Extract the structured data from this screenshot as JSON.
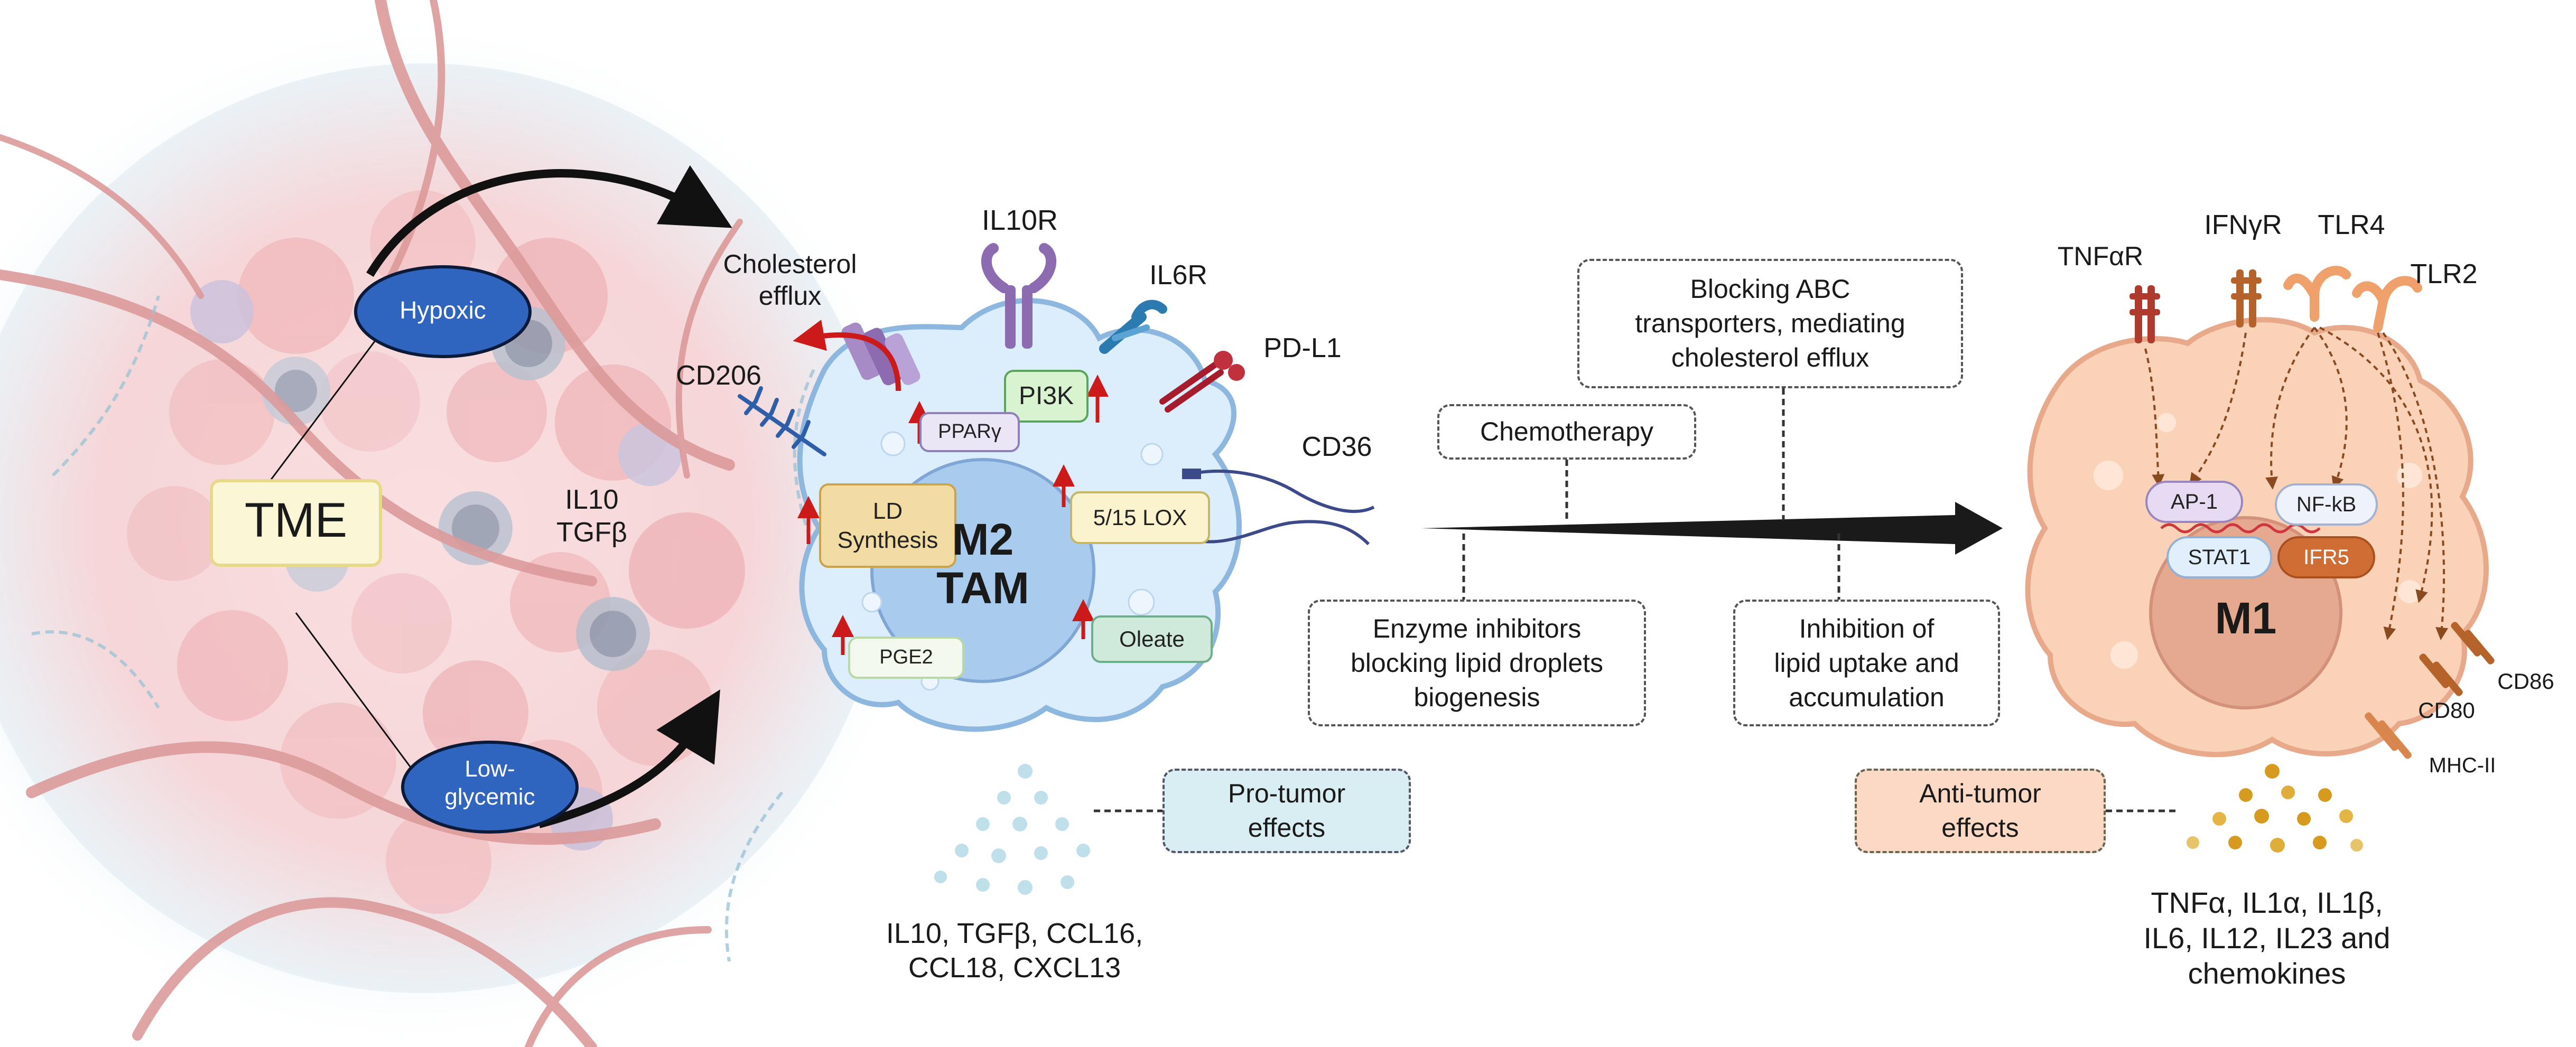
{
  "tme": {
    "center_label": "TME",
    "hypoxic": "Hypoxic",
    "low_glycemic": "Low-\nglycemic",
    "cytokines": "IL10\nTGFβ"
  },
  "m2": {
    "nucleus_label": "M2\nTAM",
    "receptors": {
      "il10r": "IL10R",
      "il6r": "IL6R",
      "pdl1": "PD-L1",
      "cd36": "CD36",
      "cd206": "CD206",
      "cholesterol_efflux": "Cholesterol\nefflux"
    },
    "internal": {
      "pi3k": "PI3K",
      "ppar": "PPARγ",
      "ld_synthesis": "LD\nSynthesis",
      "lox": "5/15 LOX",
      "pge2": "PGE2",
      "oleate": "Oleate"
    },
    "effects_label": "Pro-tumor\neffects",
    "secreted": "IL10, TGFβ, CCL16,\nCCL18, CXCL13"
  },
  "strategies": {
    "abc": "Blocking ABC\ntransporters, mediating\ncholesterol efflux",
    "chemo": "Chemotherapy",
    "enzyme": "Enzyme inhibitors\nblocking lipid droplets\nbiogenesis",
    "uptake": "Inhibition of\nlipid uptake and\naccumulation"
  },
  "m1": {
    "nucleus_label": "M1",
    "receptors": {
      "tnfar": "TNFαR",
      "ifngr": "IFNγR",
      "tlr4": "TLR4",
      "tlr2": "TLR2",
      "cd80": "CD80",
      "cd86": "CD86",
      "mhc2": "MHC-II"
    },
    "tf": {
      "ap1": "AP-1",
      "nfkb": "NF-kB",
      "stat1": "STAT1",
      "ifr5": "IFR5"
    },
    "effects_label": "Anti-tumor\neffects",
    "secreted": "TNFα, IL1α, IL1β,\nIL6, IL12, IL23 and\nchemokines"
  },
  "colors": {
    "tme_blue": "#3a6fc4",
    "m2_cell": "#dceefb",
    "m1_cell": "#f9d2b8",
    "pro_tumor_box": "#d9eef2",
    "anti_tumor_box": "#fbd9c4",
    "red_arrow": "#cc1a1a"
  }
}
